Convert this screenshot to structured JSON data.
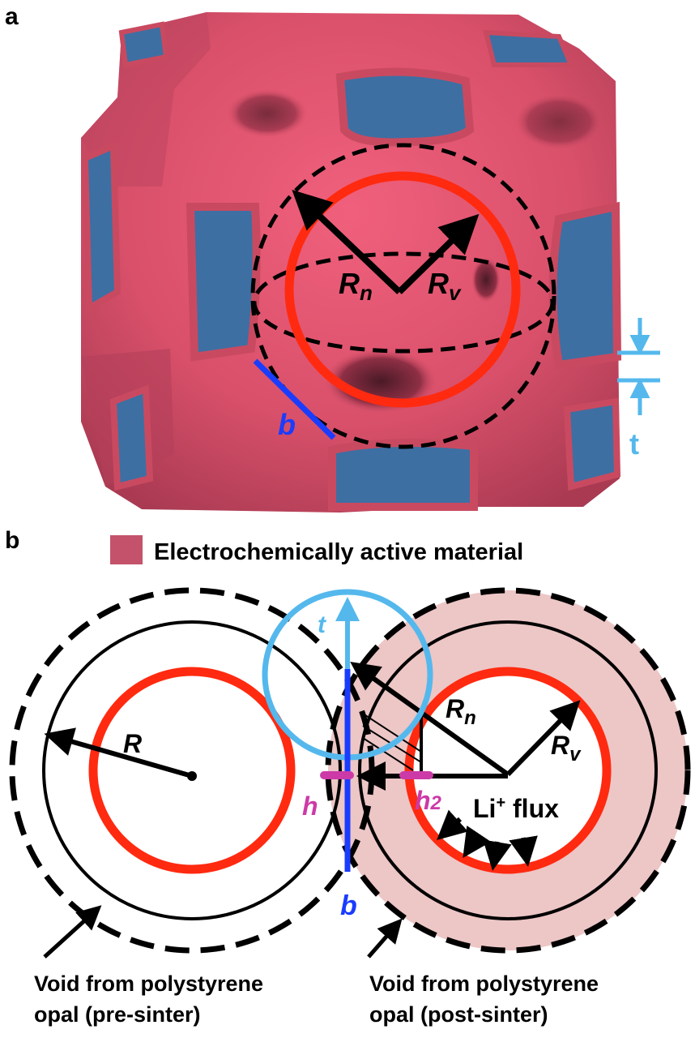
{
  "panel_a": {
    "label": "a",
    "labels": {
      "Rn": "R",
      "Rn_sub": "n",
      "Rv": "R",
      "Rv_sub": "v",
      "b": "b",
      "t": "t"
    },
    "colors": {
      "material": "#d9506a",
      "void": "#3d6fa3",
      "edge": "#c94a60",
      "circle": "#ff2a10",
      "b_line": "#1a3cff",
      "t_marker": "#55b8ec"
    }
  },
  "panel_b": {
    "label": "b",
    "legend": {
      "text": "Electrochemically active material",
      "color": "#c4526a"
    },
    "labels": {
      "R": "R",
      "Rn": "R",
      "Rn_sub": "n",
      "Rv": "R",
      "Rv_sub": "v",
      "t": "t",
      "h": "h",
      "h2": "h",
      "h2_sub": "2",
      "b": "b",
      "flux": "Li",
      "flux_sup": "+",
      "flux_tail": " flux"
    },
    "captions": {
      "left_line1": "Void from polystyrene",
      "left_line2": "opal (pre-sinter)",
      "right_line1": "Void from polystyrene",
      "right_line2": "opal (post-sinter)"
    },
    "colors": {
      "shell": "#edc6c6",
      "red_circle": "#ff2a10",
      "t_circle": "#55b8ec",
      "b_line": "#1a3cff",
      "h_marker": "#cc3aa8"
    }
  }
}
